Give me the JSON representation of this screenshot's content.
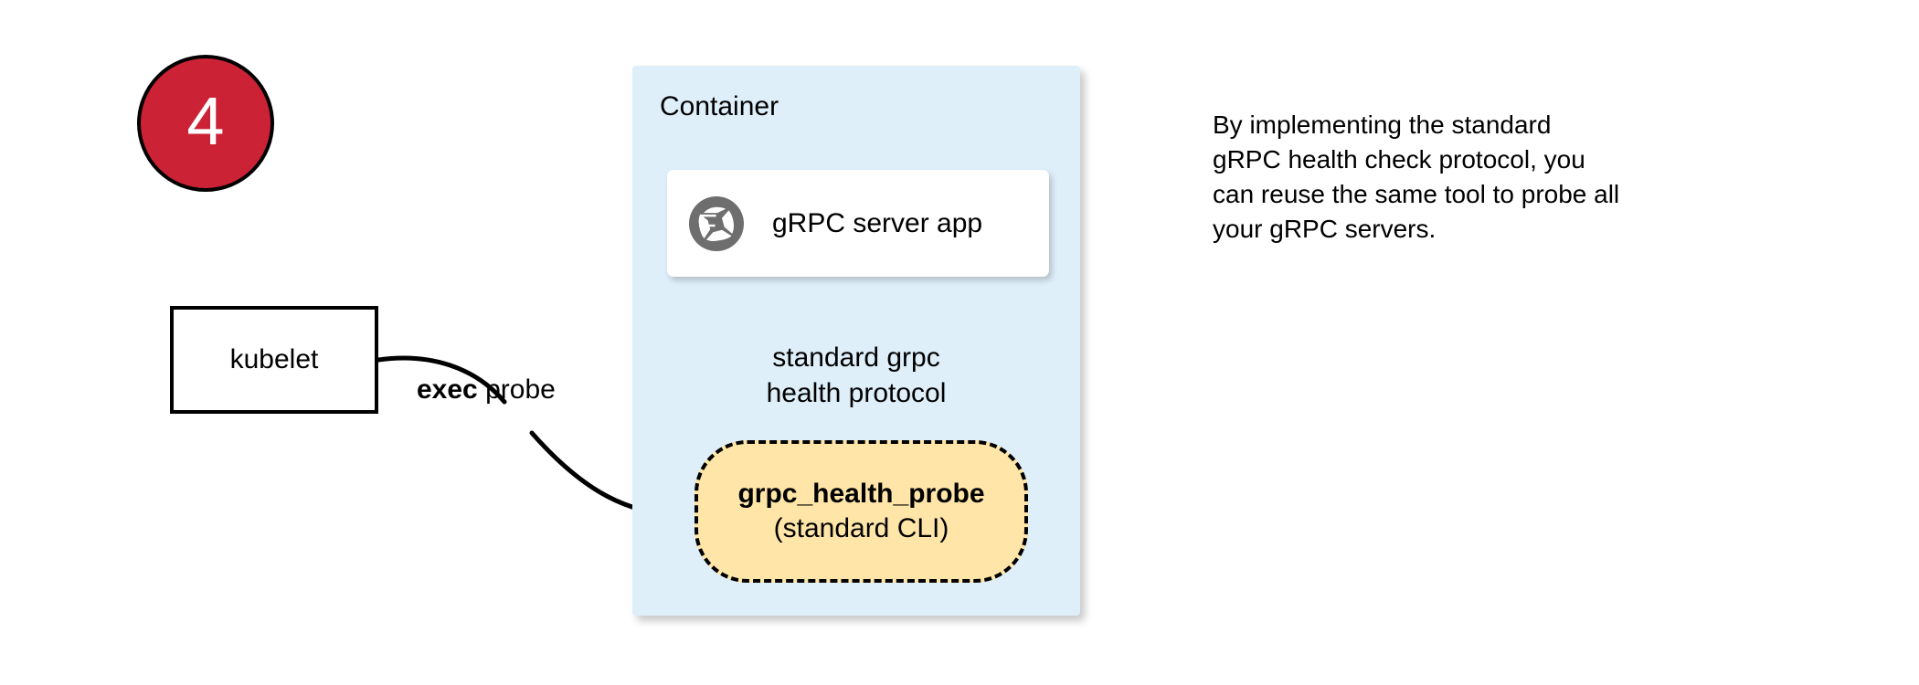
{
  "step": {
    "number": "4"
  },
  "container": {
    "label": "Container"
  },
  "server_card": {
    "label": "gRPC server app",
    "icon": "aperture-icon"
  },
  "kubelet": {
    "label": "kubelet"
  },
  "edges": {
    "exec_probe_bold": "exec",
    "exec_probe_rest": " probe",
    "protocol_label": "standard grpc\nhealth protocol"
  },
  "probe_node": {
    "title": "grpc_health_probe",
    "subtitle": "(standard CLI)"
  },
  "description": {
    "text": "By implementing the standard\ngRPC health check protocol, you\ncan reuse the same tool to probe all\nyour gRPC servers."
  },
  "colors": {
    "badge_fill": "#CC2236",
    "badge_text": "#FFFFFF",
    "container_fill": "#DEEFFA",
    "card_fill": "#FFFFFF",
    "probe_fill": "#FFE6A8",
    "icon_gray": "#6E6E6E",
    "stroke": "#000000"
  }
}
